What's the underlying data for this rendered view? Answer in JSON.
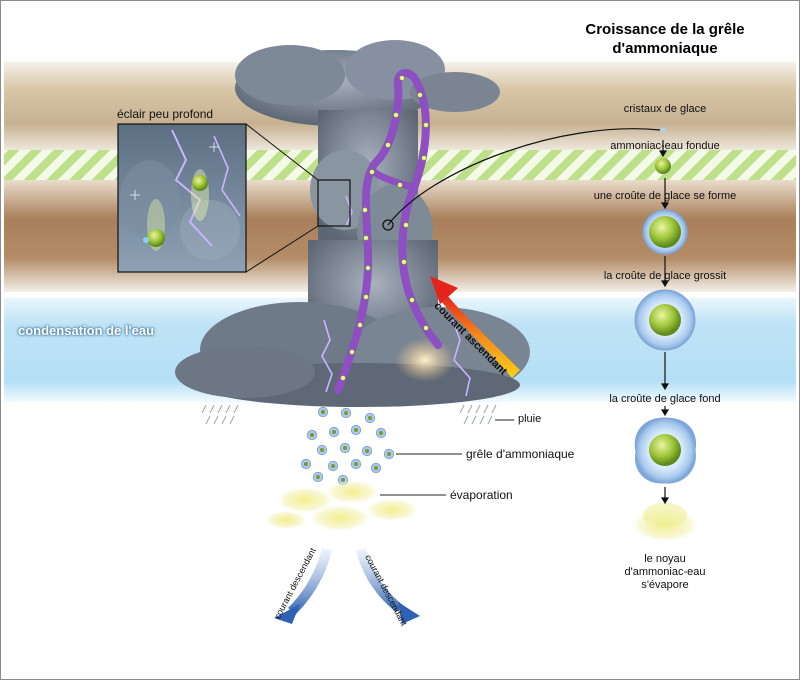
{
  "title_line1": "Croissance de la grêle",
  "title_line2": "d'ammoniaque",
  "labels": {
    "inset": "éclair peu profond",
    "water_condensation": "condensation de l'eau",
    "rain": "pluie",
    "hail": "grêle d'ammoniaque",
    "evaporation": "évaporation",
    "updraft": "courant ascendant",
    "downdraft_left": "courant descendant",
    "downdraft_right": "courant descendant"
  },
  "stages": [
    "cristaux de glace",
    "ammoniac-eau fondue",
    "une croûte de glace se forme",
    "la croûte de glace grossit",
    "la croûte de glace fond"
  ],
  "final_stage": [
    "le noyau",
    "d'ammoniac-eau",
    "s'évapore"
  ],
  "colors": {
    "cloud_band_tan": "#d9c7a8",
    "cloud_band_brown": "#a87f5a",
    "haze_green": "#bfe08a",
    "water_band": "#bfe3f6",
    "storm_cloud": "#6f7a88",
    "trajectory": "#8e4fc3",
    "lightning": "#c9b5ff",
    "hail_core": "#9ec43a",
    "ice_crust": "#a9c9ee"
  },
  "icons": [
    "lightning-icon",
    "hailstone-icon",
    "updraft-arrow-icon",
    "downdraft-arrow-icon"
  ]
}
